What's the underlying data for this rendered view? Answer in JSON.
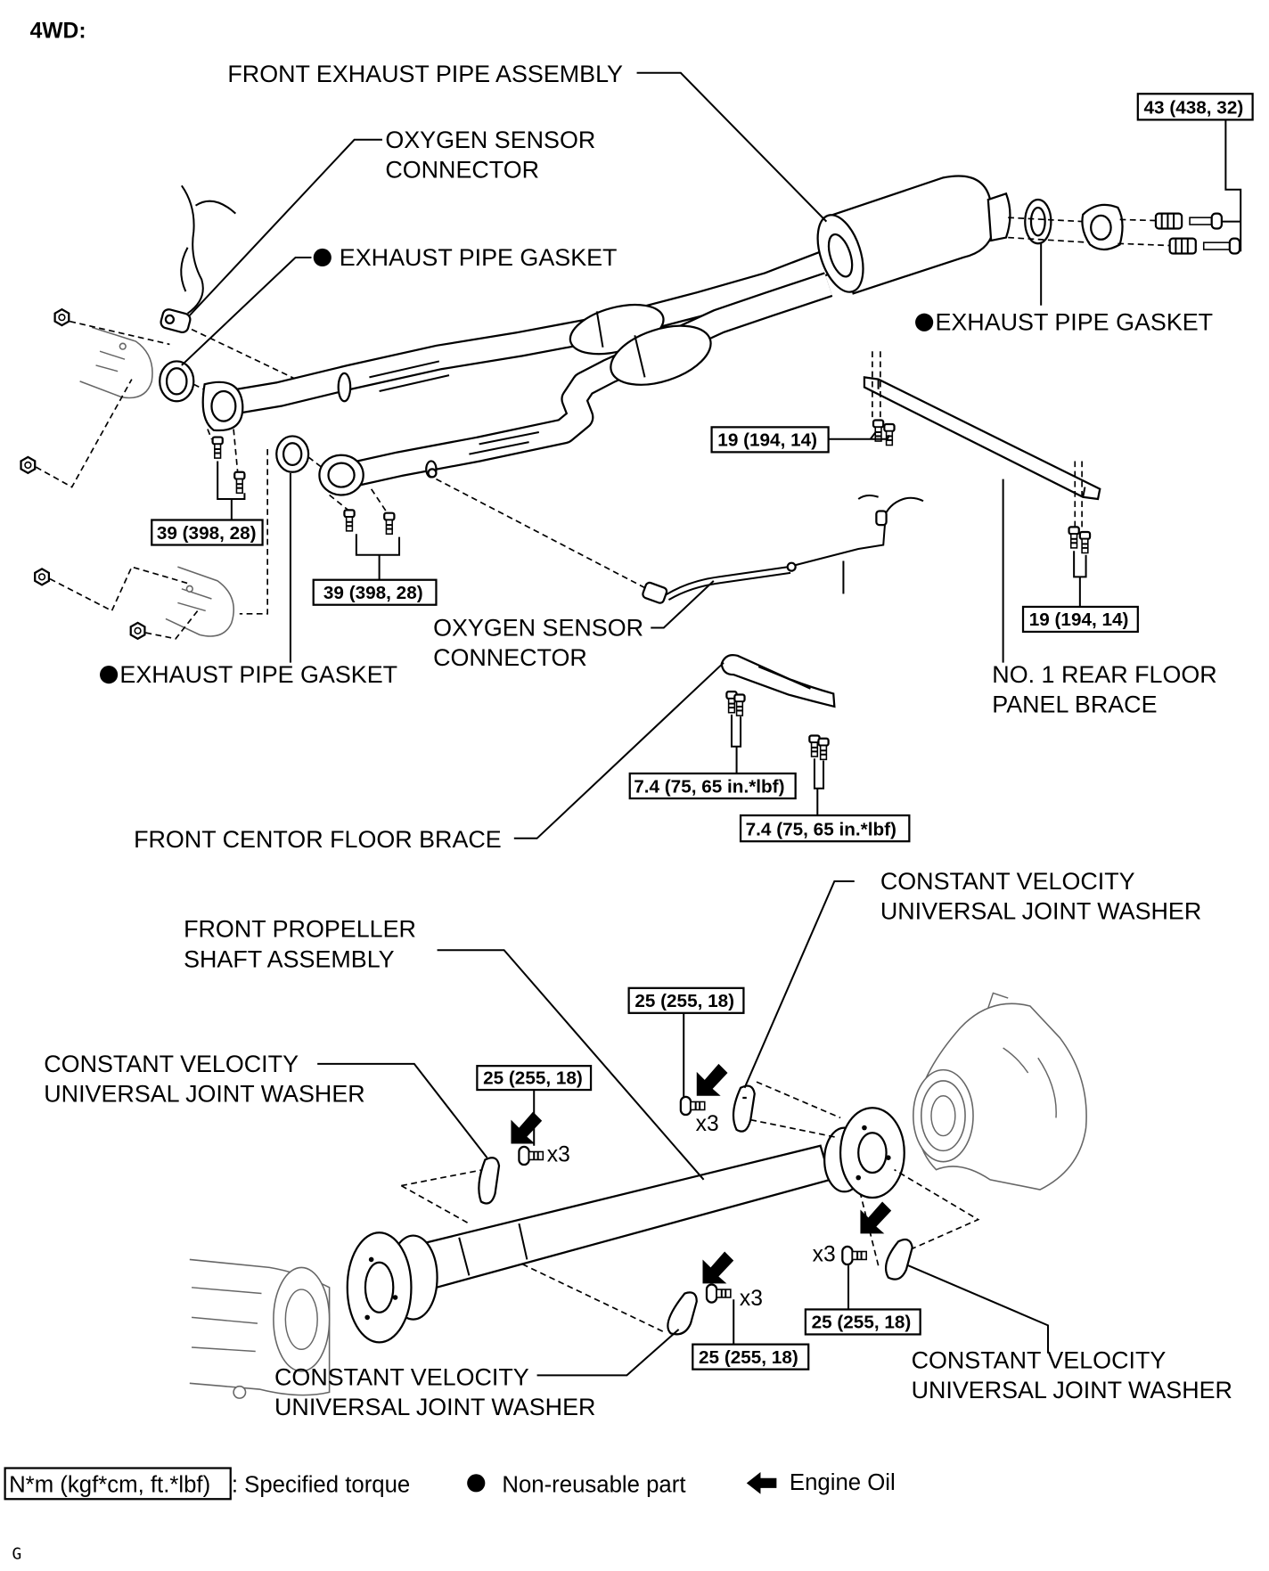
{
  "header": {
    "title": "4WD:"
  },
  "labels": {
    "front_exhaust_pipe_assembly": "FRONT EXHAUST PIPE ASSEMBLY",
    "oxygen_sensor_connector_upper": [
      "OXYGEN SENSOR",
      "CONNECTOR"
    ],
    "exhaust_pipe_gasket_upper": "EXHAUST PIPE GASKET",
    "exhaust_pipe_gasket_right": "EXHAUST PIPE GASKET",
    "oxygen_sensor_connector_lower": [
      "OXYGEN SENSOR",
      "CONNECTOR"
    ],
    "exhaust_pipe_gasket_lower": "EXHAUST PIPE GASKET",
    "no1_rear_floor_panel_brace": [
      "NO. 1 REAR FLOOR",
      "PANEL BRACE"
    ],
    "front_centor_floor_brace": "FRONT CENTOR FLOOR BRACE",
    "cv_washer_top_right": [
      "CONSTANT VELOCITY",
      "UNIVERSAL JOINT WASHER"
    ],
    "front_propeller_shaft_assembly": [
      "FRONT PROPELLER",
      "SHAFT ASSEMBLY"
    ],
    "cv_washer_left": [
      "CONSTANT VELOCITY",
      "UNIVERSAL JOINT WASHER"
    ],
    "cv_washer_bottom_right": [
      "CONSTANT VELOCITY",
      "UNIVERSAL JOINT WASHER"
    ],
    "cv_washer_bottom_center": [
      "CONSTANT VELOCITY",
      "UNIVERSAL JOINT WASHER"
    ]
  },
  "torque_specs": {
    "muffler_flange_bolts": "43 (438, 32)",
    "rear_brace_bolts_upper": "19 (194, 14)",
    "front_flange_bolts_left": "39 (398, 28)",
    "front_flange_bolts_right": "39 (398, 28)",
    "rear_brace_bolts_lower": "19 (194, 14)",
    "center_brace_bolts_left": "7.4 (75, 65 in.*lbf)",
    "center_brace_bolts_right": "7.4 (75, 65 in.*lbf)",
    "shaft_bolts_top": "25 (255, 18)",
    "shaft_bolts_left": "25 (255, 18)",
    "shaft_bolts_right": "25 (255, 18)",
    "shaft_bolts_bottom": "25 (255, 18)"
  },
  "quantities": {
    "top": "x3",
    "left": "x3",
    "right": "x3",
    "bottom": "x3"
  },
  "legend": {
    "torque_unit": "N*m (kgf*cm, ft.*lbf)",
    "torque_desc": ": Specified torque",
    "non_reusable": "Non-reusable part",
    "engine_oil": "Engine Oil"
  },
  "icons": {
    "non_reusable": "filled-circle-icon",
    "engine_oil": "black-arrow-icon"
  },
  "footer": {
    "code": "G"
  }
}
